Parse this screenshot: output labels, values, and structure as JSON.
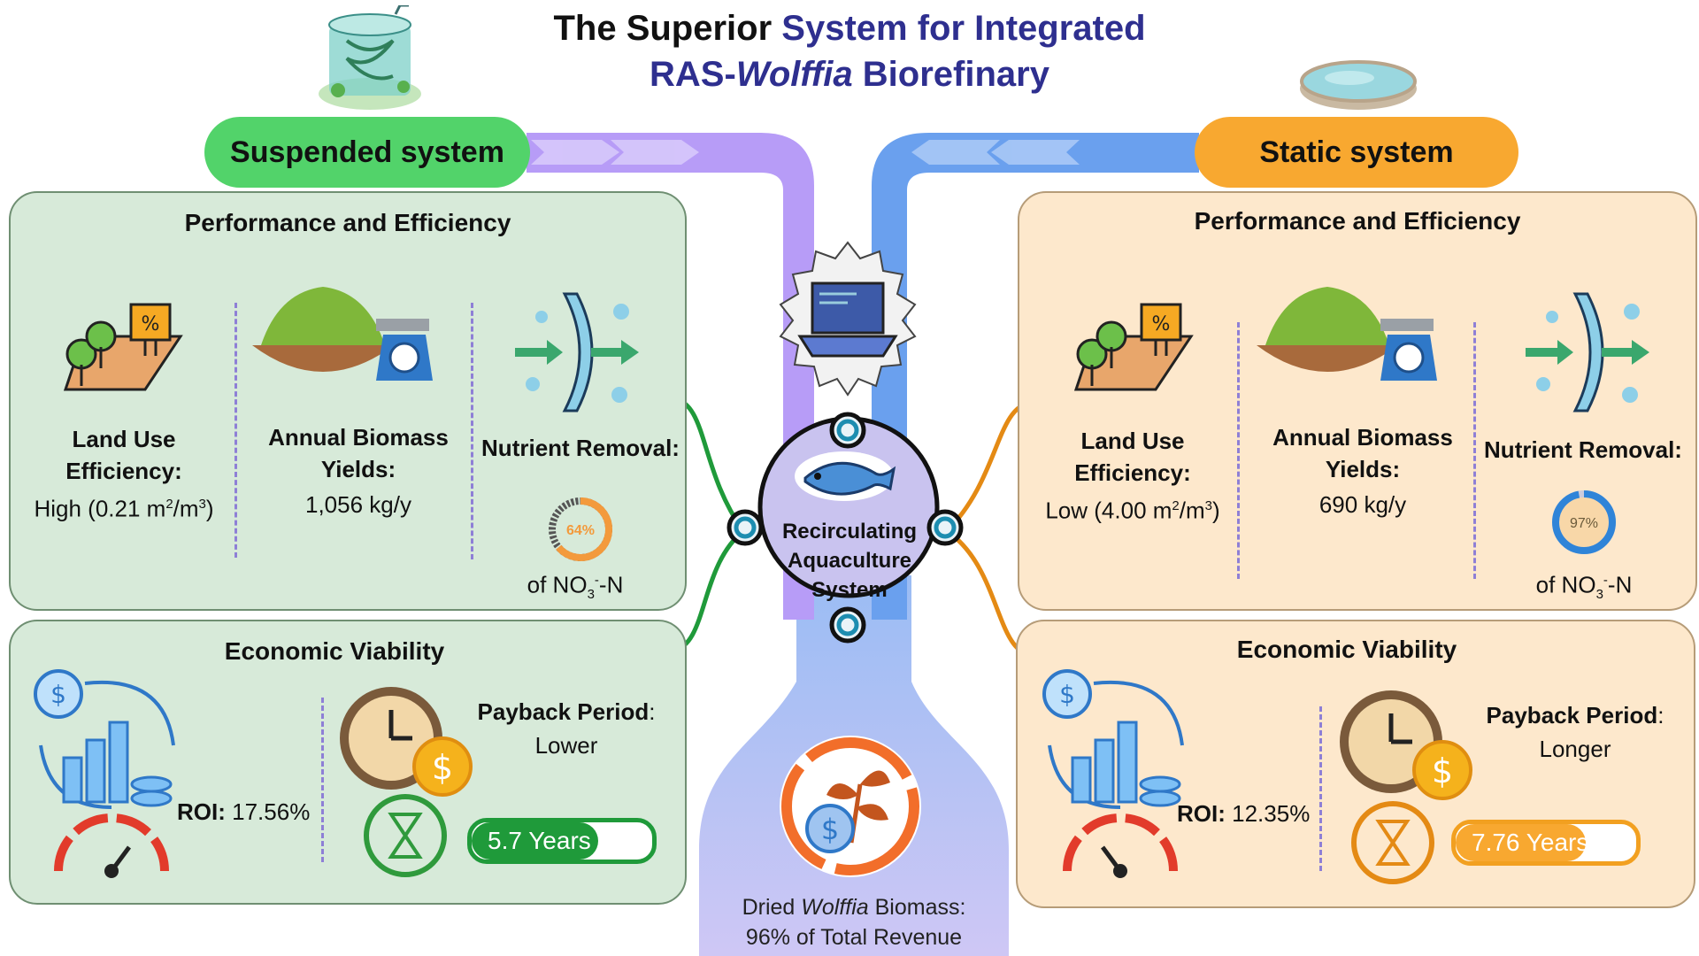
{
  "title": {
    "part1": "The Superior",
    "part2": "System",
    "part3": "for Integrated",
    "line2_prefix": "RAS-",
    "line2_italic": "Wolffia",
    "line2_suffix": "Biorefinary"
  },
  "center": {
    "hub_label": "Recirculating Aquaculture System",
    "bottom_label_italic": "Wolffia",
    "bottom_label_prefix": "Dried",
    "bottom_label_suffix": "Biomass:",
    "bottom_label_line2": "96% of Total Revenue"
  },
  "left": {
    "system_name": "Suspended system",
    "performance_title": "Performance and Efficiency",
    "land_use_label_1": "Land Use",
    "land_use_label_2": "Efficiency:",
    "land_use_value_word": "High",
    "land_use_value_num": "(0.21 m",
    "land_use_value_sup1": "2",
    "land_use_value_mid": "/m",
    "land_use_value_sup2": "3",
    "land_use_value_end": ")",
    "biomass_label_1": "Annual Biomass",
    "biomass_label_2": "Yields:",
    "biomass_value": "1,056 kg/y",
    "nutrient_label": "Nutrient Removal:",
    "nutrient_percent_label": "64%",
    "nutrient_percent": 64,
    "nutrient_of": "of NO",
    "nutrient_sub": "3",
    "nutrient_sup": "-",
    "nutrient_end": "-N",
    "economic_title": "Economic Viability",
    "roi_label": "ROI:",
    "roi_value": "17.56%",
    "payback_label": "Payback Period",
    "payback_colon": ":",
    "payback_value": "Lower",
    "payback_years_label": "5.7 Years",
    "payback_bar_fraction": 0.7
  },
  "right": {
    "system_name": "Static system",
    "performance_title": "Performance and Efficiency",
    "land_use_label_1": "Land Use",
    "land_use_label_2": "Efficiency:",
    "land_use_value_word": "Low",
    "land_use_value_num": "(4.00 m",
    "land_use_value_sup1": "2",
    "land_use_value_mid": "/m",
    "land_use_value_sup2": "3",
    "land_use_value_end": ")",
    "biomass_label_1": "Annual Biomass",
    "biomass_label_2": "Yields:",
    "biomass_value": "690 kg/y",
    "nutrient_label": "Nutrient Removal:",
    "nutrient_percent_label": "97%",
    "nutrient_percent": 97,
    "nutrient_of": "of NO",
    "nutrient_sub": "3",
    "nutrient_sup": "-",
    "nutrient_end": "-N",
    "economic_title": "Economic Viability",
    "roi_label": "ROI:",
    "roi_value": "12.35%",
    "payback_label": "Payback Period",
    "payback_colon": ":",
    "payback_value": "Longer",
    "payback_years_label": "7.76 Years",
    "payback_bar_fraction": 0.72
  },
  "icons": {
    "left_top": "bioreactor-tank-icon",
    "right_top": "circular-pond-icon",
    "hub": "laptop-gear-icon",
    "fish": "fish-icon",
    "bottom": "money-plant-icon"
  },
  "colors": {
    "green": "#52d36a",
    "orange": "#f8a830",
    "purple_stream": "#b79cf7",
    "blue_stream": "#6aa0ee",
    "dark_green": "#1f9a3a",
    "dark_orange": "#e48a14",
    "navy": "#2e2f8f"
  }
}
